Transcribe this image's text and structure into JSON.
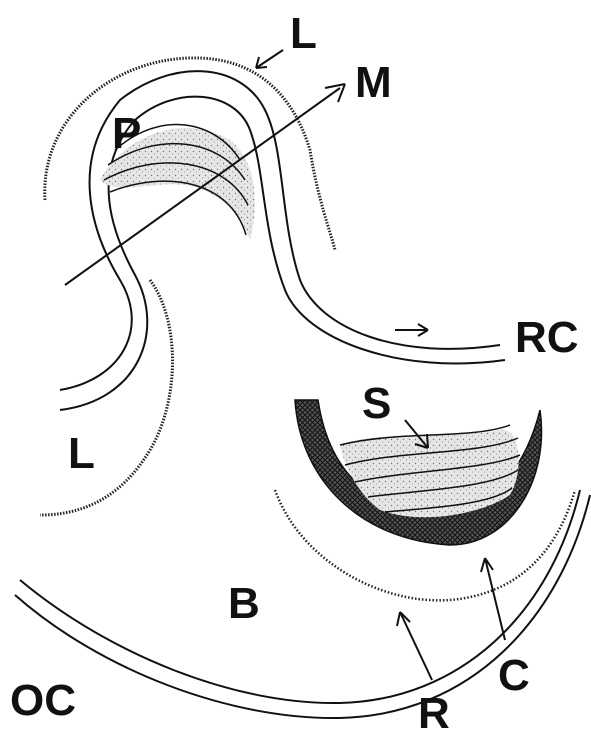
{
  "labels": {
    "L_top": "L",
    "M": "M",
    "P": "P",
    "RC": "RC",
    "S": "S",
    "L_left": "L",
    "B": "B",
    "OC": "OC",
    "R": "R",
    "C": "C"
  },
  "colors": {
    "ink": "#111111",
    "stipple": "#d9d9d9",
    "crosshatch": "#3a3a3a",
    "background": "#ffffff"
  }
}
